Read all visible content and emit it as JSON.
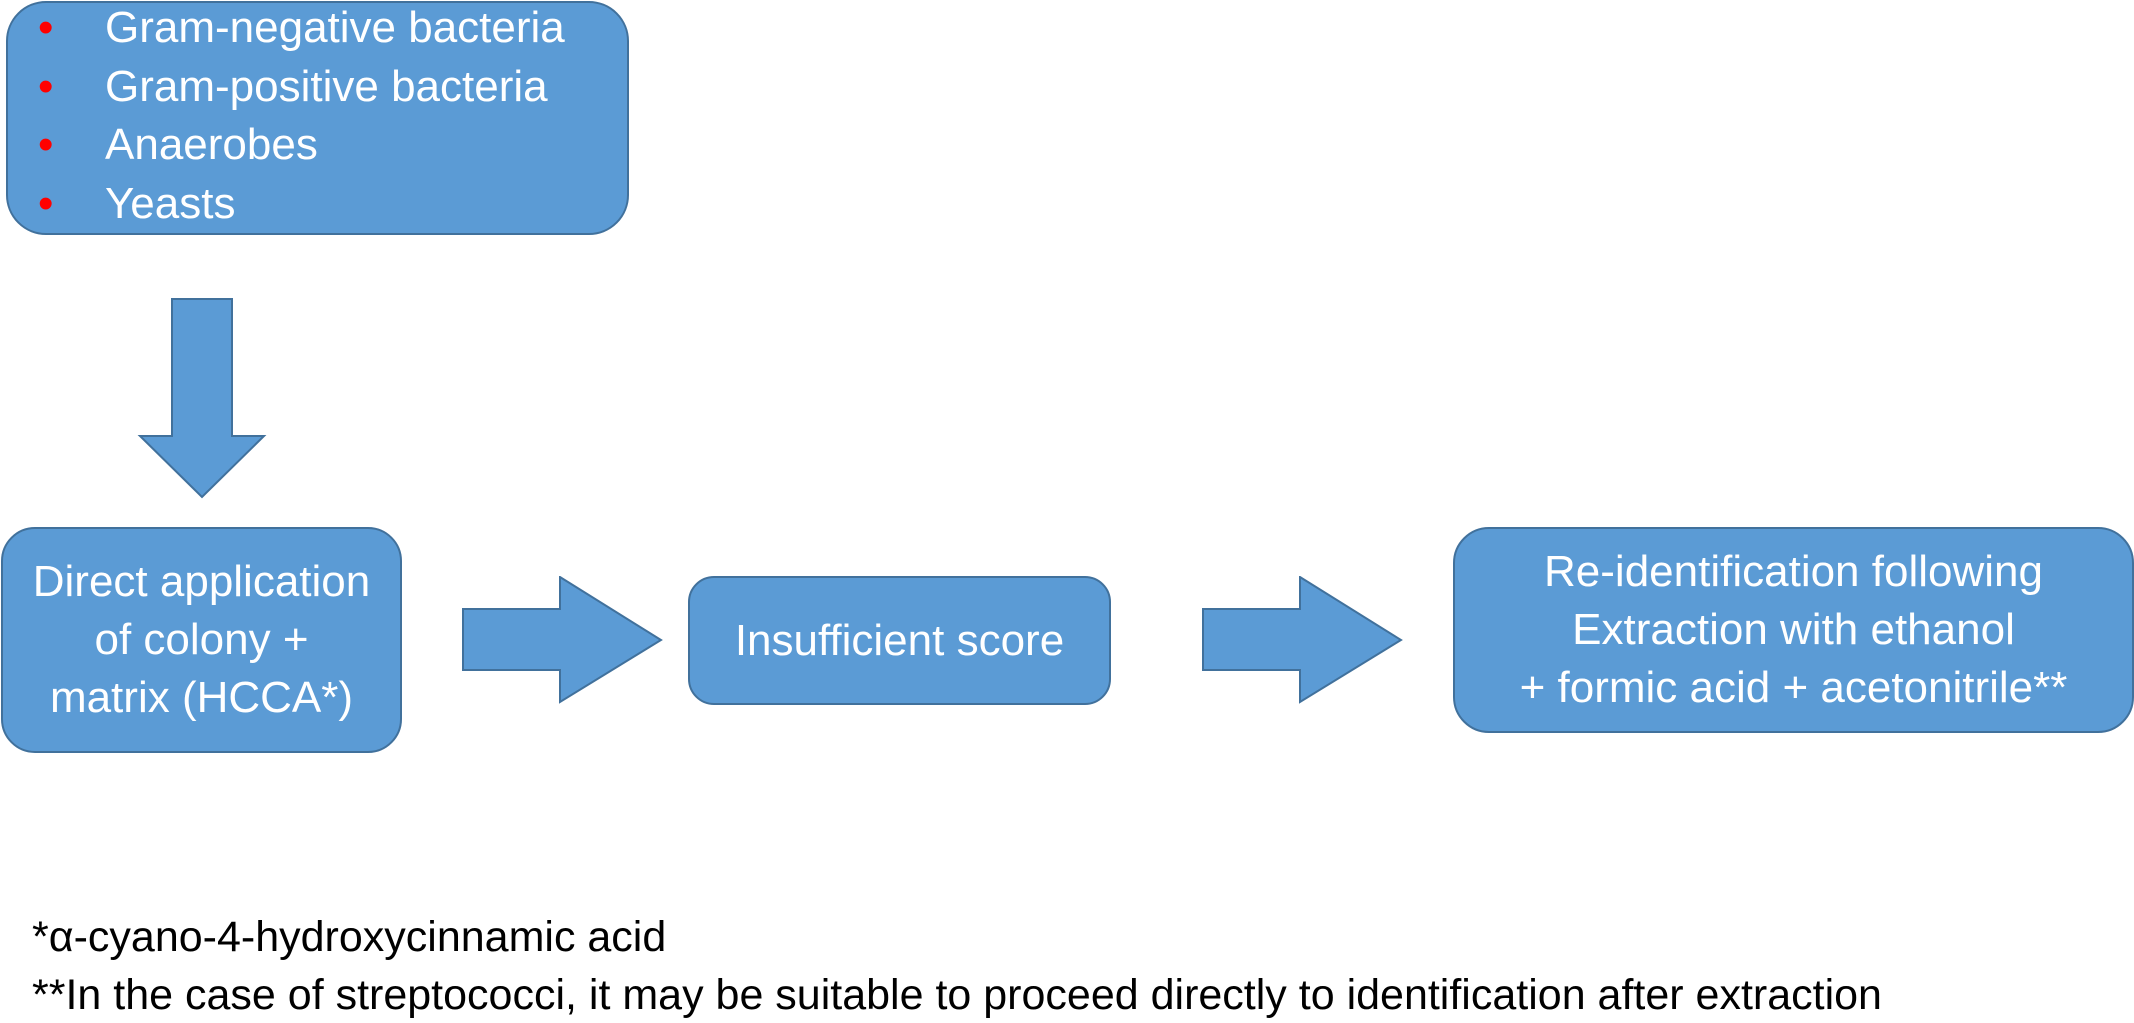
{
  "organisms_box": {
    "items": [
      {
        "bullet": "•",
        "label": "Gram-negative bacteria"
      },
      {
        "bullet": "•",
        "label": "Gram-positive bacteria"
      },
      {
        "bullet": "•",
        "label": "Anaerobes"
      },
      {
        "bullet": "•",
        "label": "Yeasts"
      }
    ]
  },
  "step_direct": {
    "lines": [
      "Direct application",
      "of colony +",
      "matrix (HCCA*)"
    ]
  },
  "step_insufficient": {
    "label": "Insufficient score"
  },
  "step_reidentification": {
    "lines": [
      "Re-identification following",
      "Extraction with ethanol",
      "+ formic acid + acetonitrile**"
    ]
  },
  "footnotes": {
    "hcca": "*α-cyano-4-hydroxycinnamic acid",
    "streptococci": "**In the case of streptococci, it may be suitable to proceed directly to identification after extraction"
  },
  "colors": {
    "box_fill": "#5b9bd5",
    "box_border": "#41719c",
    "bullet": "#ff0000",
    "text": "#ffffff"
  }
}
